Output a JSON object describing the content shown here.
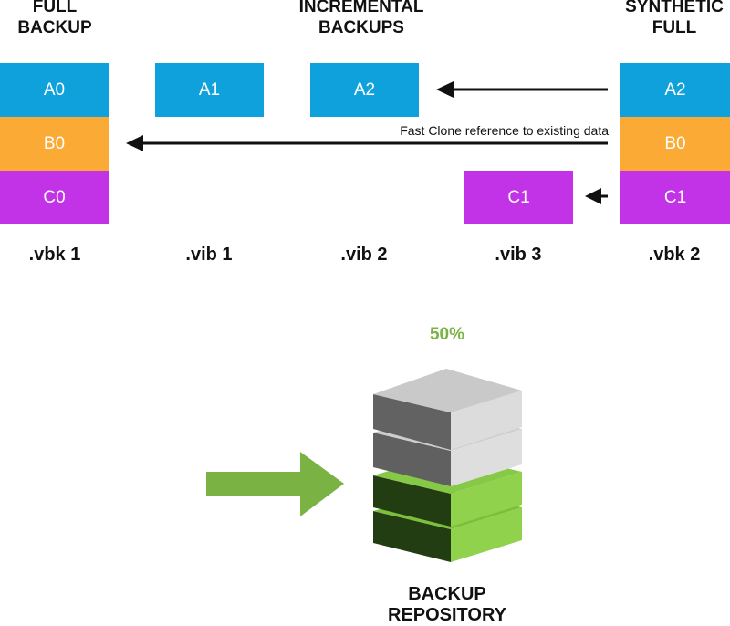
{
  "headings": {
    "full_backup": "FULL\nBACKUP",
    "incremental": "INCREMENTAL\nBACKUPS",
    "synthetic": "SYNTHETIC\nFULL"
  },
  "blocks": {
    "a0": "A0",
    "b0": "B0",
    "c0": "C0",
    "a1": "A1",
    "a2": "A2",
    "c1": "C1",
    "syn_a2": "A2",
    "syn_b0": "B0",
    "syn_c1": "C1"
  },
  "files": {
    "vbk1": ".vbk 1",
    "vib1": ".vib 1",
    "vib2": ".vib 2",
    "vib3": ".vib 3",
    "vbk2": ".vbk 2"
  },
  "note": "Fast Clone reference to existing data",
  "repository": {
    "usage": "50%",
    "label": "BACKUP\nREPOSITORY"
  },
  "colors": {
    "block_a": "#0ea1dc",
    "block_b": "#fbaa35",
    "block_c": "#c232e6",
    "green": "#7ab344",
    "disk_light_green": "#91d24c",
    "disk_dark_green": "#233d12"
  }
}
